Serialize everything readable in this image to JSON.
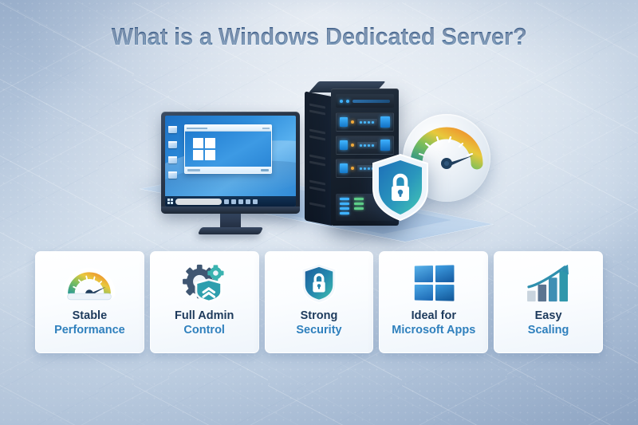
{
  "page": {
    "title": "What is a Windows Dedicated Server?",
    "background_color": "#b9c9de",
    "title_color": "#1d4375"
  },
  "illustration": {
    "monitor": {
      "name": "windows-desktop-monitor",
      "screen_content": "Windows desktop with open dialog and taskbar",
      "desktop_icon_count": 4,
      "taskbar_icon_count": 5,
      "search_placeholder": ""
    },
    "server": {
      "name": "server-tower",
      "drive_bay_count": 3,
      "led_color": "#3fb2ff"
    },
    "gauge": {
      "name": "performance-gauge",
      "arc_colors": [
        "#2e9e8f",
        "#7dbf5a",
        "#e8c93c",
        "#f08a2b"
      ]
    },
    "shield": {
      "name": "security-shield-lock",
      "colors": [
        "#1d6fb8",
        "#3fbfae"
      ]
    }
  },
  "cards": [
    {
      "icon": "gauge-icon",
      "line1": "Stable",
      "line2": "Performance"
    },
    {
      "icon": "gear-shield-icon",
      "line1": "Full Admin",
      "line2": "Control"
    },
    {
      "icon": "shield-lock-icon",
      "line1": "Strong",
      "line2": "Security"
    },
    {
      "icon": "windows-logo-icon",
      "line1": "Ideal for",
      "line2": "Microsoft Apps"
    },
    {
      "icon": "growth-chart-icon",
      "line1": "Easy",
      "line2": "Scaling"
    }
  ]
}
